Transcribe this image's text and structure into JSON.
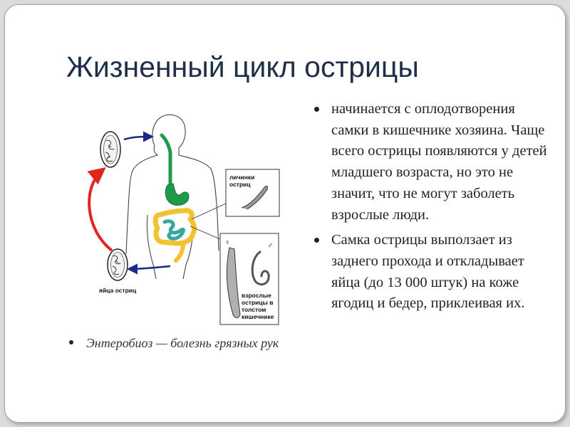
{
  "slide": {
    "title": "Жизненный цикл острицы",
    "figure": {
      "label_larvae_line1": "личинки",
      "label_larvae_line2": "остриц",
      "label_eggs": "яйца остриц",
      "label_adults_line1": "взрослые",
      "label_adults_line2": "острицы в",
      "label_adults_line3": "толстом",
      "label_adults_line4": "кишечнике",
      "female_symbol": "♀",
      "male_symbol": "♂",
      "colors": {
        "cycle_arrow": "#e0261f",
        "flow_arrow": "#1c2a8a",
        "esophagus": "#1f9a4a",
        "large_intestine": "#f2c230",
        "small_intestine": "#3aa6a0"
      }
    },
    "bullets_right": [
      "начинается с оплодотворения самки в кишечнике хозяина. Чаще всего острицы появляются у детей младшего возраста, но это не значит, что не могут заболеть взрослые люди.",
      "Самка острицы выползает из заднего прохода и откладывает яйца (до 13 000 штук) на коже ягодиц и бедер, приклеивая их."
    ],
    "bullet_left": "Энтеробиоз — болезнь грязных рук"
  }
}
